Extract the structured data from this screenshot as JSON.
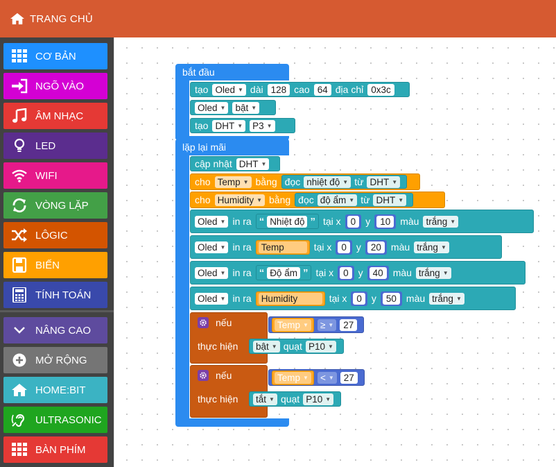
{
  "header": {
    "title": "TRANG CHỦ"
  },
  "sidebar": {
    "categories": [
      {
        "label": "CƠ BẢN",
        "color": "#1e90ff"
      },
      {
        "label": "NGÕ VÀO",
        "color": "#d400d4"
      },
      {
        "label": "ÂM NHẠC",
        "color": "#e53935"
      },
      {
        "label": "LED",
        "color": "#5b2d8e"
      },
      {
        "label": "WIFI",
        "color": "#e6198a"
      },
      {
        "label": "VÒNG LẶP",
        "color": "#43a047"
      },
      {
        "label": "LÔGIC",
        "color": "#d35400"
      },
      {
        "label": "BIẾN",
        "color": "#ffa000"
      },
      {
        "label": "TÍNH TOÁN",
        "color": "#3949ab"
      },
      {
        "label": "NÂNG CAO",
        "color": "#5e4b9e"
      },
      {
        "label": "MỞ RỘNG",
        "color": "#757575"
      },
      {
        "label": "HOME:BIT",
        "color": "#3bb3c3"
      },
      {
        "label": "ULTRASONIC",
        "color": "#1fa51f"
      },
      {
        "label": "BÀN PHÍM",
        "color": "#e53935"
      }
    ]
  },
  "blocks": {
    "start": {
      "label": "bắt đầu"
    },
    "create_oled": {
      "prefix": "tạo",
      "device": "Oled",
      "w_label": "dài",
      "w": "128",
      "h_label": "cao",
      "h": "64",
      "addr_label": "địa chỉ",
      "addr": "0x3c"
    },
    "oled_on": {
      "device": "Oled",
      "state": "bật"
    },
    "create_dht": {
      "prefix": "tạo",
      "device": "DHT",
      "pin": "P3"
    },
    "forever": {
      "label": "lặp lại mãi"
    },
    "update_dht": {
      "label": "cập nhật",
      "device": "DHT"
    },
    "set_temp": {
      "prefix": "cho",
      "var": "Temp",
      "eq": "bằng",
      "read": "đọc",
      "what": "nhiệt độ",
      "from": "từ",
      "device": "DHT"
    },
    "set_hum": {
      "prefix": "cho",
      "var": "Humidity",
      "eq": "bằng",
      "read": "đọc",
      "what": "độ ẩm",
      "from": "từ",
      "device": "DHT"
    },
    "print1": {
      "device": "Oled",
      "print": "in ra",
      "text": "Nhiệt độ",
      "x_label": "tại x",
      "x": "0",
      "y_label": "y",
      "y": "10",
      "color_label": "màu",
      "color": "trắng"
    },
    "print2": {
      "device": "Oled",
      "print": "in ra",
      "var": "Temp",
      "x_label": "tại x",
      "x": "0",
      "y_label": "y",
      "y": "20",
      "color_label": "màu",
      "color": "trắng"
    },
    "print3": {
      "device": "Oled",
      "print": "in ra",
      "text": "Độ ẩm",
      "x_label": "tại x",
      "x": "0",
      "y_label": "y",
      "y": "40",
      "color_label": "màu",
      "color": "trắng"
    },
    "print4": {
      "device": "Oled",
      "print": "in ra",
      "var": "Humidity",
      "x_label": "tại x",
      "x": "0",
      "y_label": "y",
      "y": "50",
      "color_label": "màu",
      "color": "trắng"
    },
    "if1": {
      "if": "nếu",
      "var": "Temp",
      "op": "≥",
      "val": "27",
      "then": "thực hiện",
      "action": "bật",
      "target": "quạt",
      "pin": "P10"
    },
    "if2": {
      "if": "nếu",
      "var": "Temp",
      "op": "<",
      "val": "27",
      "then": "thực hiện",
      "action": "tắt",
      "target": "quạt",
      "pin": "P10"
    }
  }
}
